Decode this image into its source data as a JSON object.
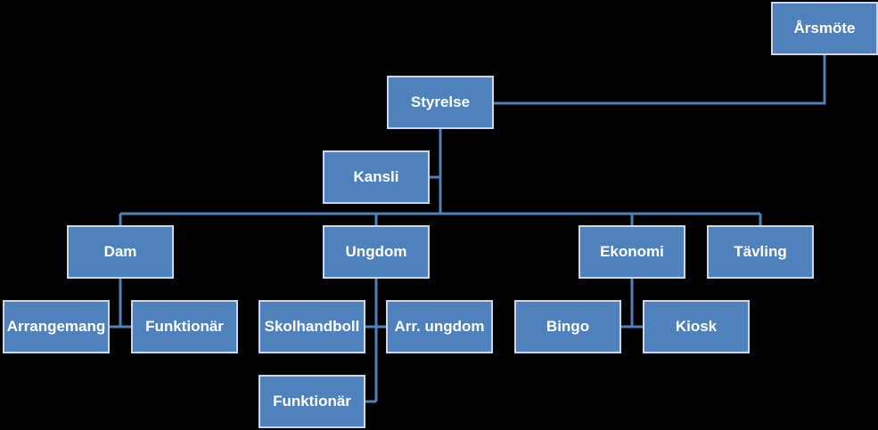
{
  "nodes": {
    "arsmote": "Årsmöte",
    "styrelse": "Styrelse",
    "kansli": "Kansli",
    "dam": "Dam",
    "ungdom": "Ungdom",
    "ekonomi": "Ekonomi",
    "tavling": "Tävling",
    "arrangemang": "Arrangemang",
    "funktionar_dam": "Funktionär",
    "skolhandboll": "Skolhandboll",
    "arr_ungdom": "Arr. ungdom",
    "bingo": "Bingo",
    "kiosk": "Kiosk",
    "funktionar_ungdom": "Funktionär"
  },
  "colors": {
    "node_fill": "#4f81bd",
    "node_border": "#c9d7ea",
    "connector": "#4f81bd",
    "background": "#000000"
  }
}
